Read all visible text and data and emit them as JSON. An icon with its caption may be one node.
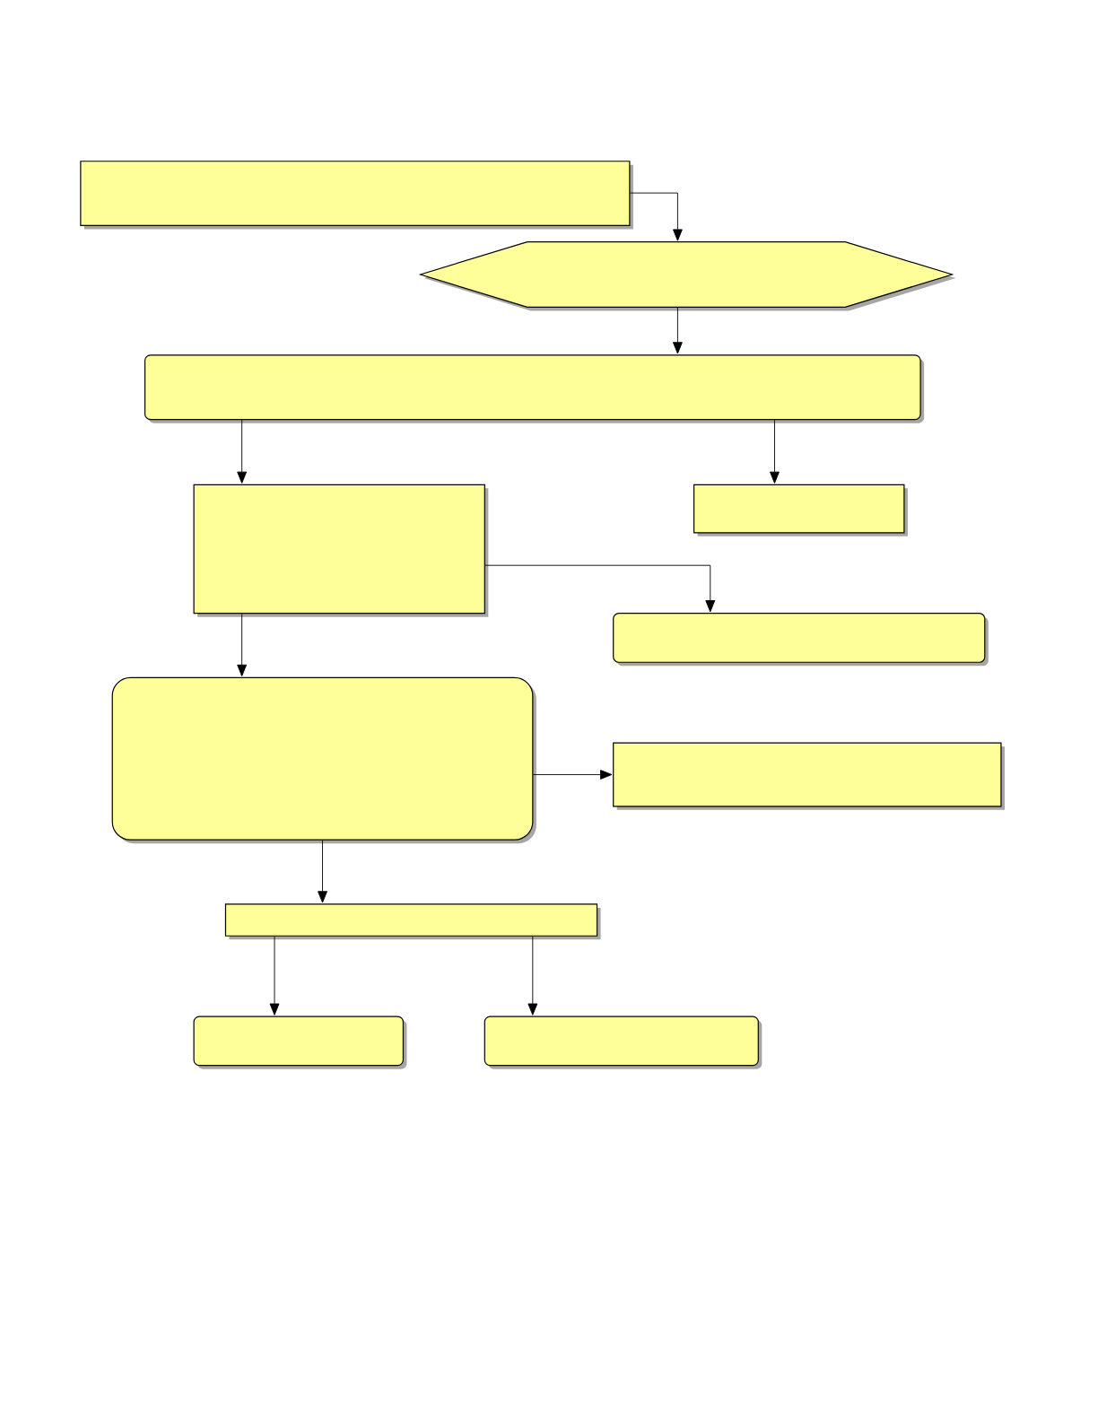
{
  "diagram": {
    "nodes": [
      {
        "text": [],
        "shape": "box"
      },
      {
        "text": [],
        "shape": "hexagon"
      },
      {
        "text": [],
        "shape": "box"
      },
      {
        "text": [],
        "shape": "box"
      },
      {
        "text": [],
        "shape": "box"
      },
      {
        "text": [],
        "shape": "box"
      },
      {
        "text": [],
        "shape": "box"
      },
      {
        "text": [],
        "shape": "box"
      },
      {
        "text": [],
        "shape": "box"
      },
      {
        "text": [],
        "shape": "box"
      },
      {
        "text": [],
        "shape": "box"
      }
    ],
    "edges": [
      {
        "from": 0,
        "to": 1,
        "arrow": "to"
      },
      {
        "from": 1,
        "to": 2,
        "arrow": "to"
      },
      {
        "from": 2,
        "to": 3,
        "arrow": "to"
      },
      {
        "from": 2,
        "to": 4,
        "arrow": "to"
      },
      {
        "from": 3,
        "to": 5,
        "arrow": "to"
      },
      {
        "from": 3,
        "to": 6,
        "arrow": "to"
      },
      {
        "from": 6,
        "to": 7,
        "arrow": "to"
      },
      {
        "from": 6,
        "to": 8,
        "arrow": "to"
      },
      {
        "from": 8,
        "to": 9,
        "arrow": "to"
      },
      {
        "from": 8,
        "to": 10,
        "arrow": "to"
      }
    ]
  }
}
